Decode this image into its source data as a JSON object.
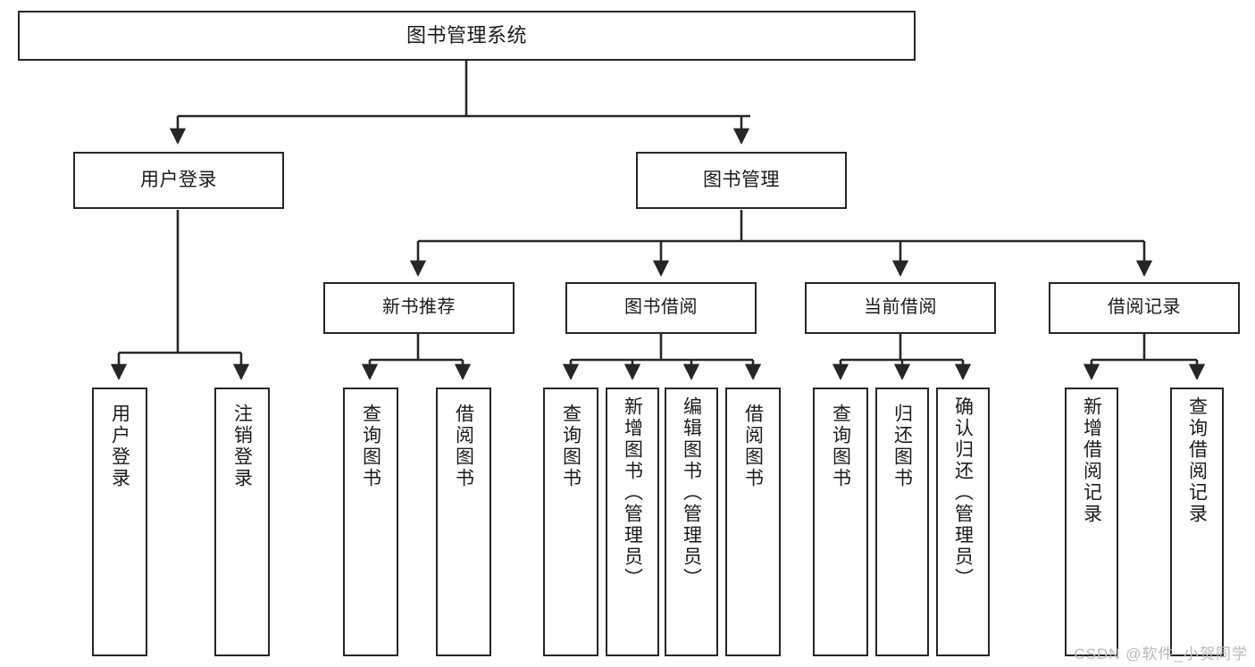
{
  "diagram": {
    "title": "图书管理系统",
    "type": "tree-hierarchy-chart",
    "root": {
      "label": "图书管理系统"
    },
    "level2": [
      {
        "label": "用户登录"
      },
      {
        "label": "图书管理"
      }
    ],
    "level3": [
      {
        "label": "新书推荐"
      },
      {
        "label": "图书借阅"
      },
      {
        "label": "当前借阅"
      },
      {
        "label": "借阅记录"
      }
    ],
    "leaves": {
      "user_login": [
        {
          "label": "用户登录"
        },
        {
          "label": "注销登录"
        }
      ],
      "new_book_recommend": [
        {
          "label": "查询图书"
        },
        {
          "label": "借阅图书"
        }
      ],
      "book_borrow": [
        {
          "label": "查询图书"
        },
        {
          "label": "新增图书（管理员）"
        },
        {
          "label": "编辑图书（管理员）"
        },
        {
          "label": "借阅图书"
        }
      ],
      "current_borrow": [
        {
          "label": "查询图书"
        },
        {
          "label": "归还图书"
        },
        {
          "label": "确认归还（管理员）"
        }
      ],
      "borrow_record": [
        {
          "label": "新增借阅记录"
        },
        {
          "label": "查询借阅记录"
        }
      ]
    }
  },
  "watermark": {
    "text": "CSDN @软件_小贺同学"
  },
  "colors": {
    "stroke": "#262626",
    "fill": "#ffffff",
    "text": "#1a1a1a",
    "watermark": "#b9b9b9"
  }
}
